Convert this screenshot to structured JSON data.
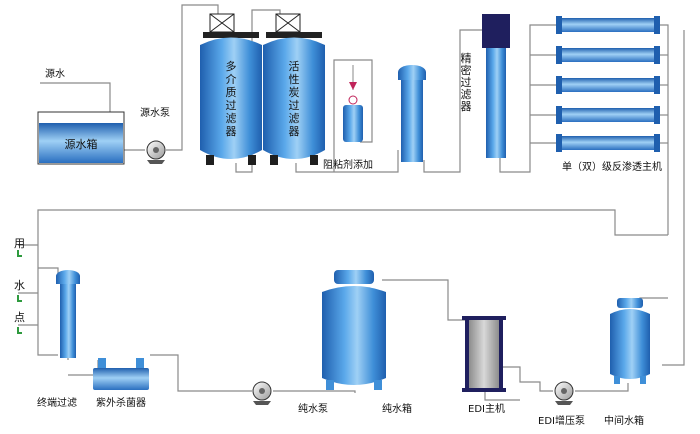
{
  "labels": {
    "raw_water_in": "源水",
    "raw_tank": "源水箱",
    "raw_pump": "源水泵",
    "multi_filter": [
      "多",
      "介",
      "质",
      "过",
      "滤",
      "器"
    ],
    "carbon_filter": [
      "活",
      "性",
      "炭",
      "过",
      "滤",
      "器"
    ],
    "antiscalant": "阻粘剂添加",
    "precision_filter": [
      "精",
      "密",
      "过",
      "滤",
      "器"
    ],
    "ro_unit": "单（双）级反渗透主机",
    "use_points": [
      "用",
      "水",
      "点"
    ],
    "final_filter": "终端过滤",
    "uv_sterilizer": "紫外杀菌器",
    "pure_pump": "纯水泵",
    "pure_tank": "纯水箱",
    "edi_unit": "EDI主机",
    "edi_pump": "EDI增压泵",
    "middle_tank": "中间水箱"
  },
  "colors": {
    "vessel": "#3f8fd8",
    "vessel_light": "#9fd0f5",
    "vessel_dark": "#1f5fae",
    "pipe": "#8a8a8a",
    "precision_cap": "#1f1f5e",
    "valve_green": "#2e9a3e",
    "edi_gray": "#b5b5b5"
  },
  "icons": {
    "pump": "pump-icon",
    "valve": "valve-icon",
    "tap": "tap-icon"
  }
}
